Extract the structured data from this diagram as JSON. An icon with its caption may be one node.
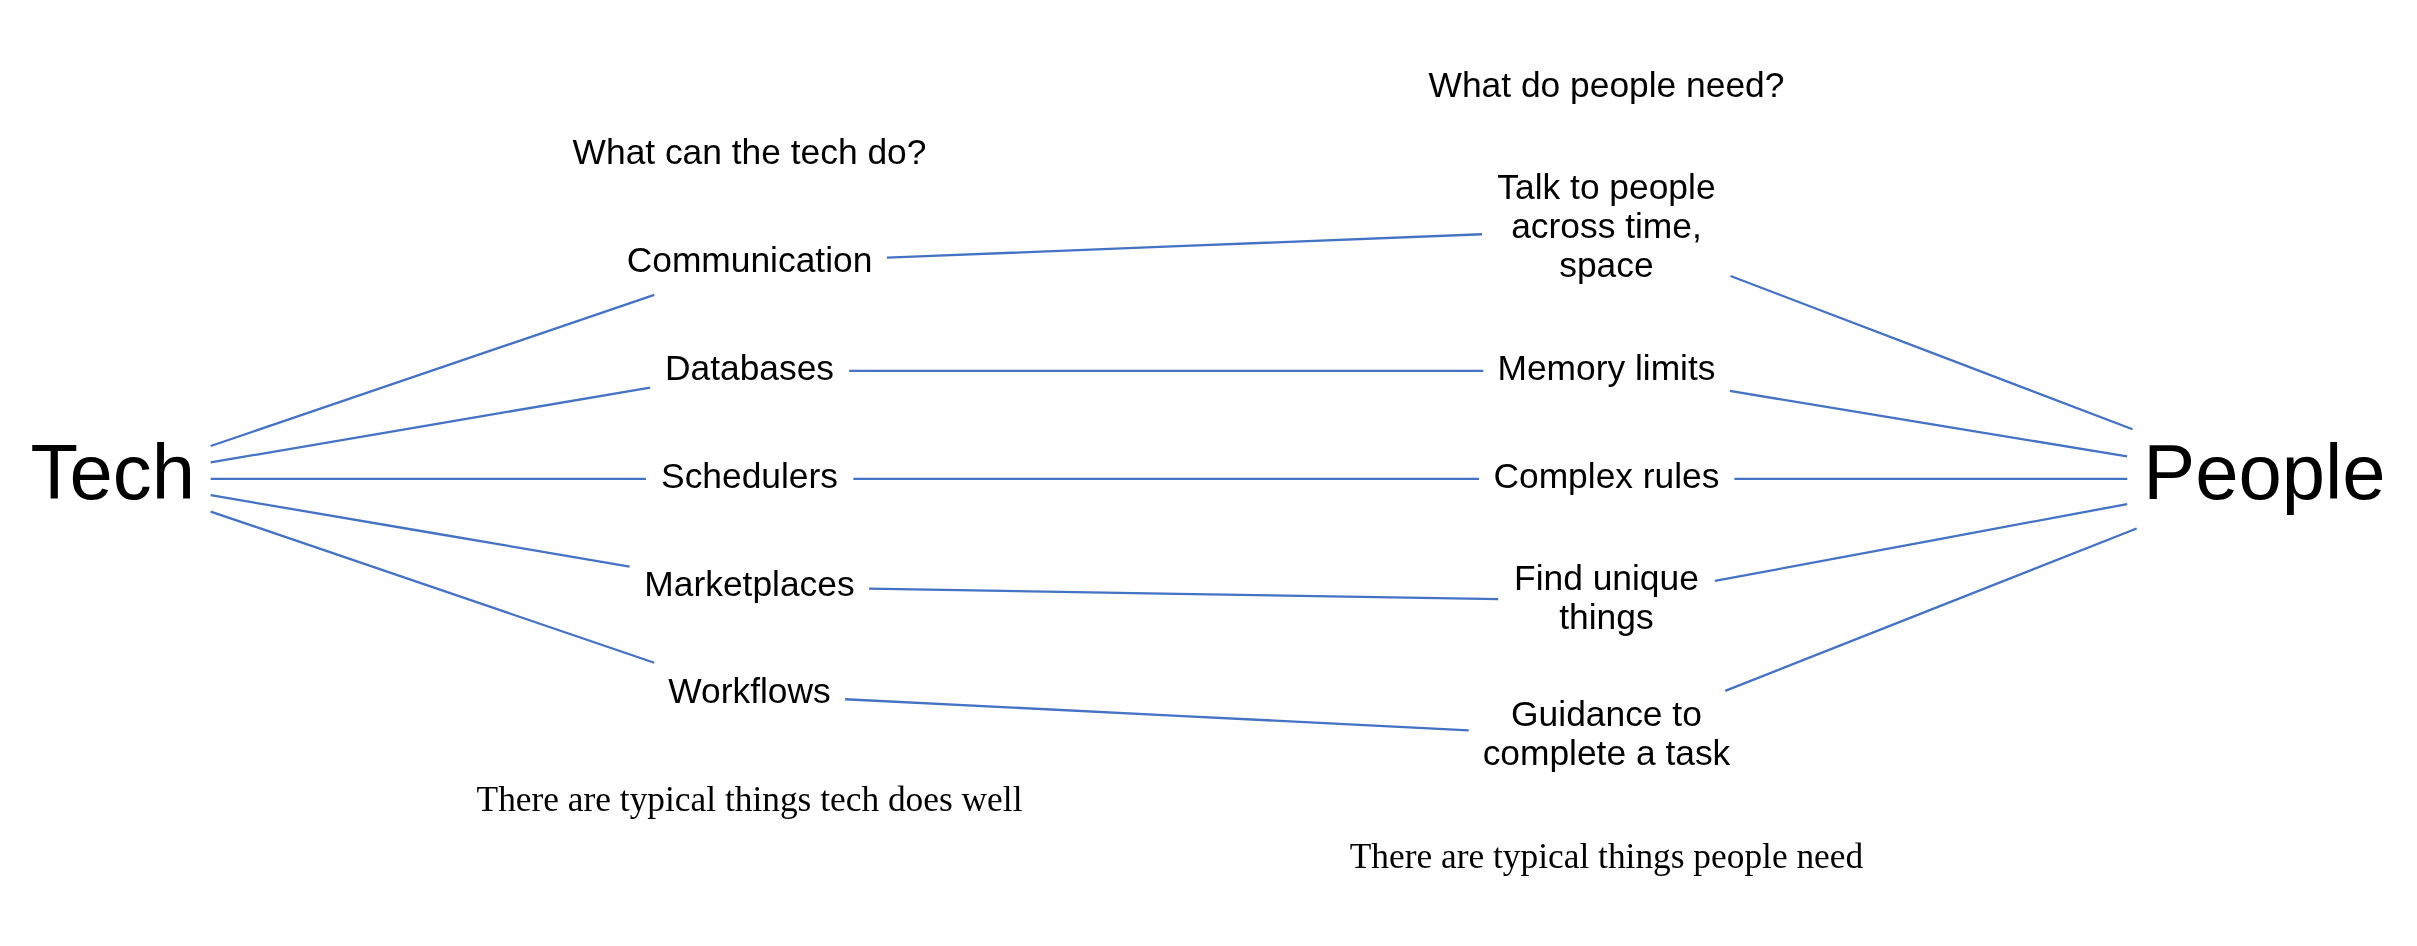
{
  "diagram": {
    "nodes": [
      {
        "text": [
          "Tech"
        ]
      },
      {
        "text": [
          "Communication"
        ]
      },
      {
        "text": [
          "Databases"
        ]
      },
      {
        "text": [
          "Schedulers"
        ]
      },
      {
        "text": [
          "Marketplaces"
        ]
      },
      {
        "text": [
          "Workflows"
        ]
      },
      {
        "text": [
          "Talk to people across time, space"
        ]
      },
      {
        "text": [
          "Memory limits"
        ]
      },
      {
        "text": [
          "Complex rules"
        ]
      },
      {
        "text": [
          "Find unique things"
        ]
      },
      {
        "text": [
          "Guidance to complete a task"
        ]
      },
      {
        "text": [
          "People"
        ]
      }
    ],
    "edges": [
      {
        "from": 0,
        "to": 1,
        "arrow": "none"
      },
      {
        "from": 0,
        "to": 2,
        "arrow": "none"
      },
      {
        "from": 0,
        "to": 3,
        "arrow": "none"
      },
      {
        "from": 0,
        "to": 4,
        "arrow": "none"
      },
      {
        "from": 0,
        "to": 5,
        "arrow": "none"
      },
      {
        "from": 1,
        "to": 6,
        "arrow": "none"
      },
      {
        "from": 2,
        "to": 7,
        "arrow": "none"
      },
      {
        "from": 3,
        "to": 8,
        "arrow": "none"
      },
      {
        "from": 4,
        "to": 9,
        "arrow": "none"
      },
      {
        "from": 5,
        "to": 10,
        "arrow": "none"
      },
      {
        "from": 6,
        "to": 11,
        "arrow": "none"
      },
      {
        "from": 7,
        "to": 11,
        "arrow": "none"
      },
      {
        "from": 8,
        "to": 11,
        "arrow": "none"
      },
      {
        "from": 9,
        "to": 11,
        "arrow": "none"
      },
      {
        "from": 10,
        "to": 11,
        "arrow": "none"
      }
    ],
    "labels": [
      "What can the tech do?",
      "What do people need?",
      "There are typical things tech does well",
      "There are typical things people need"
    ]
  }
}
